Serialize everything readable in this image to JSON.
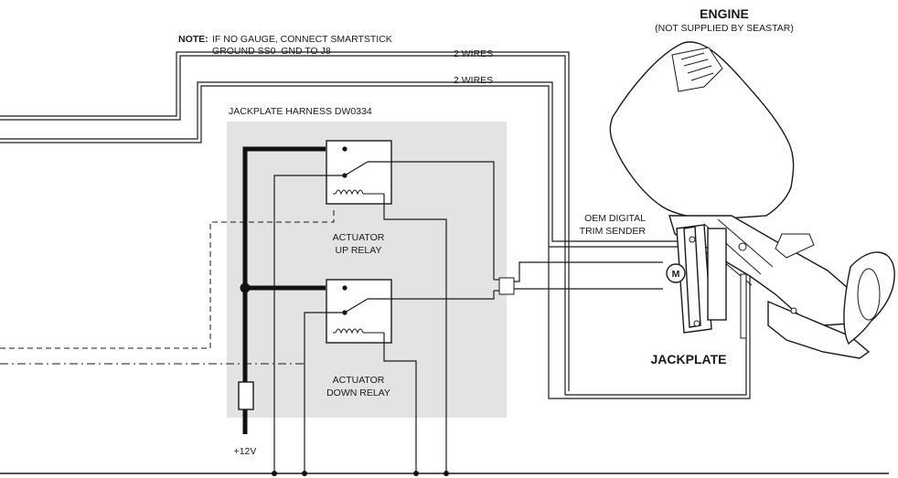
{
  "labels": {
    "note_prefix": "NOTE:",
    "note_line1": "IF NO GAUGE, CONNECT SMARTSTICK",
    "note_line2": "GROUND SS0_GND TO J8",
    "wires_top": "2 WIRES",
    "wires_second": "2 WIRES",
    "harness": "JACKPLATE HARNESS DW0334",
    "engine_title": "ENGINE",
    "engine_subtitle": "(NOT SUPPLIED BY SEASTAR)",
    "oem_line1": "OEM DIGITAL",
    "oem_line2": "TRIM SENDER",
    "up_relay_line1": "ACTUATOR",
    "up_relay_line2": "UP RELAY",
    "down_relay_line1": "ACTUATOR",
    "down_relay_line2": "DOWN RELAY",
    "motor_symbol": "M",
    "jackplate": "JACKPLATE",
    "supply": "+12V"
  },
  "colors": {
    "harness_fill": "#e3e3e3",
    "line": "#1a1a1a"
  },
  "icons": [
    "relay-coil-icon",
    "relay-switch-icon",
    "motor-icon",
    "fuse-icon",
    "outboard-engine-icon",
    "connector-icon"
  ]
}
